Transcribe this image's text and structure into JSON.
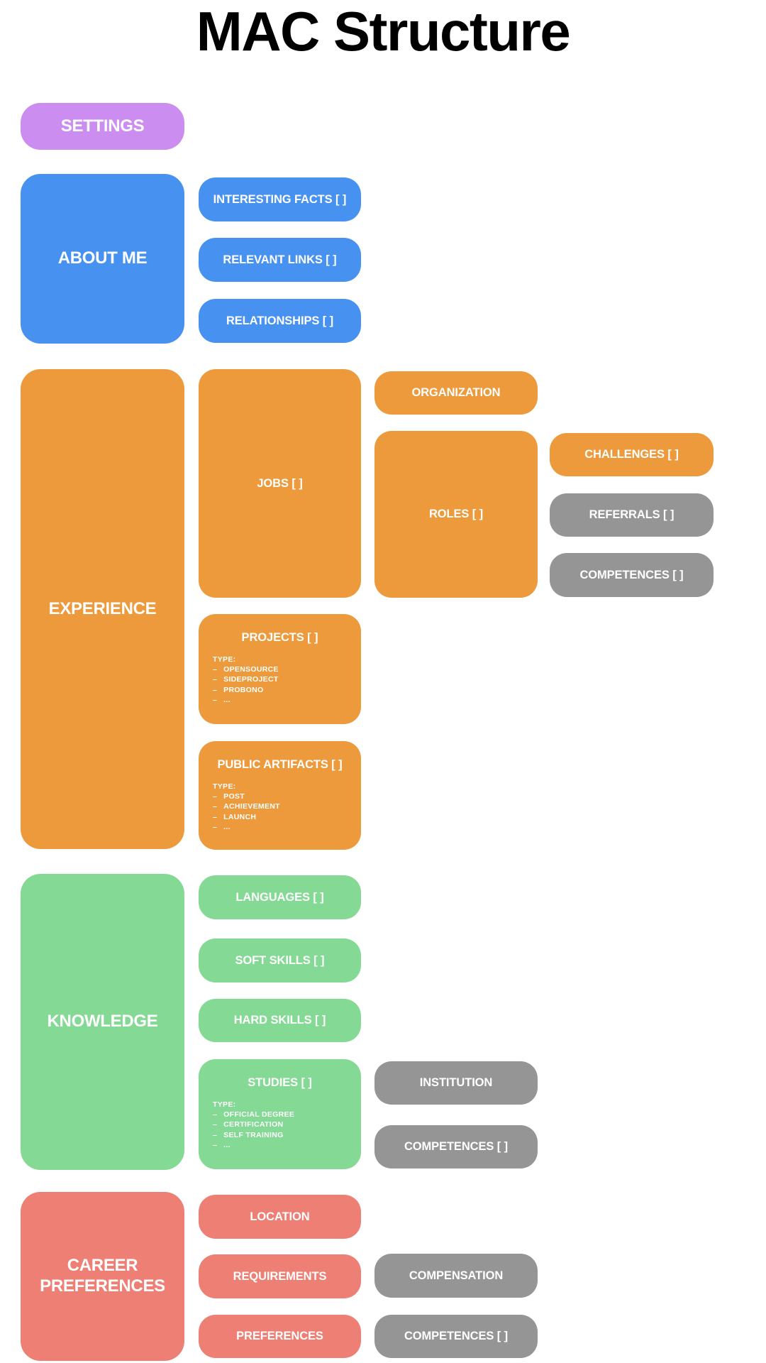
{
  "title": "MAC Structure",
  "colors": {
    "purple": "#cb8df0",
    "blue": "#4792f0",
    "orange": "#ed9a3c",
    "green": "#84d994",
    "salmon": "#ee7f75",
    "gray": "#959595",
    "text": "#ffffff",
    "title_text": "#000000"
  },
  "nodes": {
    "settings": {
      "label": "SETTINGS",
      "color": "#cb8df0"
    },
    "about_me": {
      "label": "ABOUT ME",
      "color": "#4792f0"
    },
    "interesting_facts": {
      "label": "INTERESTING FACTS [ ]",
      "color": "#4792f0"
    },
    "relevant_links": {
      "label": "RELEVANT LINKS [ ]",
      "color": "#4792f0"
    },
    "relationships": {
      "label": "RELATIONSHIPS [ ]",
      "color": "#4792f0"
    },
    "experience": {
      "label": "EXPERIENCE",
      "color": "#ed9a3c"
    },
    "jobs": {
      "label": "JOBS [ ]",
      "color": "#ed9a3c"
    },
    "organization": {
      "label": "ORGANIZATION",
      "color": "#ed9a3c"
    },
    "roles": {
      "label": "ROLES [ ]",
      "color": "#ed9a3c"
    },
    "challenges": {
      "label": "CHALLENGES [ ]",
      "color": "#ed9a3c"
    },
    "referrals": {
      "label": "REFERRALS [ ]",
      "color": "#959595"
    },
    "roles_competences": {
      "label": "COMPETENCES [ ]",
      "color": "#959595"
    },
    "projects": {
      "label": "PROJECTS [ ]",
      "color": "#ed9a3c",
      "type_heading": "TYPE:",
      "types": [
        "OPENSOURCE",
        "SIDEPROJECT",
        "PROBONO",
        "..."
      ]
    },
    "public_artifacts": {
      "label": "PUBLIC ARTIFACTS [ ]",
      "color": "#ed9a3c",
      "type_heading": "TYPE:",
      "types": [
        "POST",
        "ACHIEVEMENT",
        "LAUNCH",
        "..."
      ]
    },
    "knowledge": {
      "label": "KNOWLEDGE",
      "color": "#84d994"
    },
    "languages": {
      "label": "LANGUAGES [ ]",
      "color": "#84d994"
    },
    "soft_skills": {
      "label": "SOFT SKILLS [ ]",
      "color": "#84d994"
    },
    "hard_skills": {
      "label": "HARD SKILLS [ ]",
      "color": "#84d994"
    },
    "studies": {
      "label": "STUDIES [ ]",
      "color": "#84d994",
      "type_heading": "TYPE:",
      "types": [
        "OFFICIAL DEGREE",
        "CERTIFICATION",
        "SELF TRAINING",
        "..."
      ]
    },
    "institution": {
      "label": "INSTITUTION",
      "color": "#959595"
    },
    "studies_competences": {
      "label": "COMPETENCES [ ]",
      "color": "#959595"
    },
    "career_preferences": {
      "label": "CAREER PREFERENCES",
      "color": "#ee7f75"
    },
    "location": {
      "label": "LOCATION",
      "color": "#ee7f75"
    },
    "requirements": {
      "label": "REQUIREMENTS",
      "color": "#ee7f75"
    },
    "compensation": {
      "label": "COMPENSATION",
      "color": "#959595"
    },
    "preferences": {
      "label": "PREFERENCES",
      "color": "#ee7f75"
    },
    "preferences_competences": {
      "label": "COMPETENCES [ ]",
      "color": "#959595"
    }
  }
}
